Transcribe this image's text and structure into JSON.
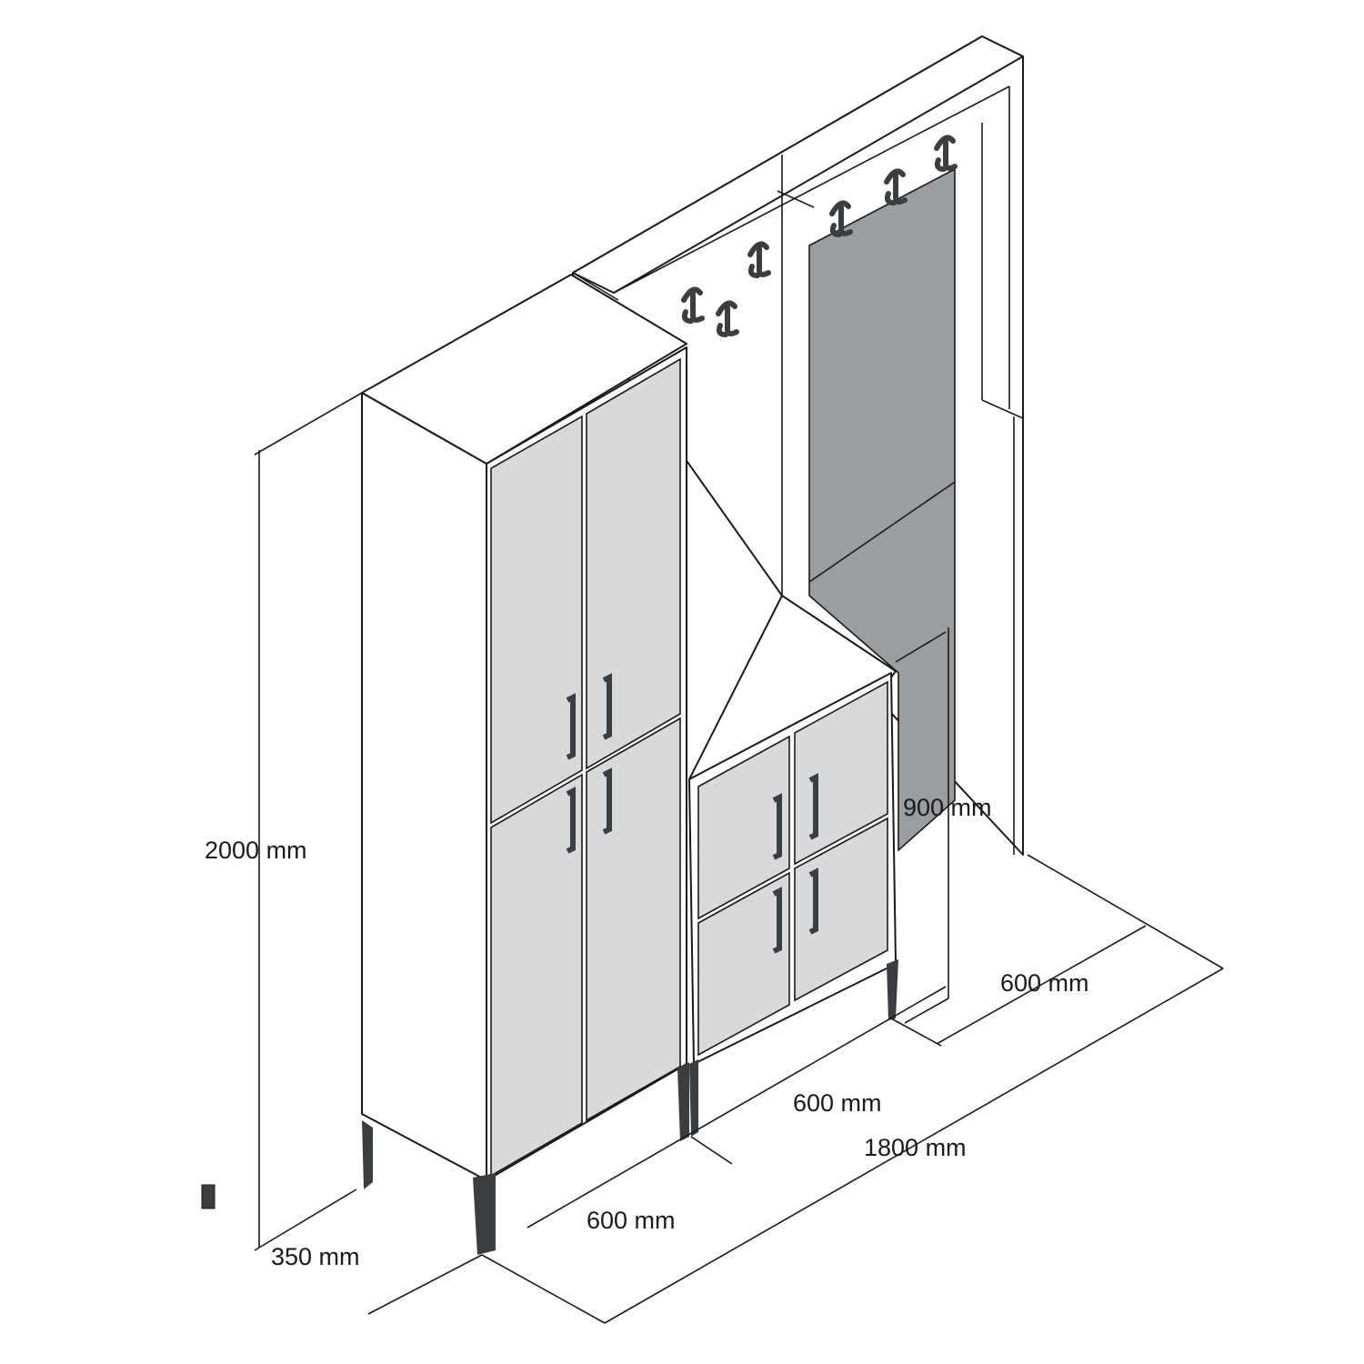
{
  "colors": {
    "door": "#d8d9da",
    "mirror": "#9a9ea1",
    "hardware": "#3b3e40",
    "line": "#1a1a1a"
  },
  "dimensions": {
    "height_total": "2000 mm",
    "depth": "350 mm",
    "tall_cabinet_width": "600 mm",
    "shoe_cabinet_width": "600 mm",
    "mirror_panel_width": "600 mm",
    "total_width": "1800 mm",
    "shoe_cabinet_height": "900 mm"
  }
}
